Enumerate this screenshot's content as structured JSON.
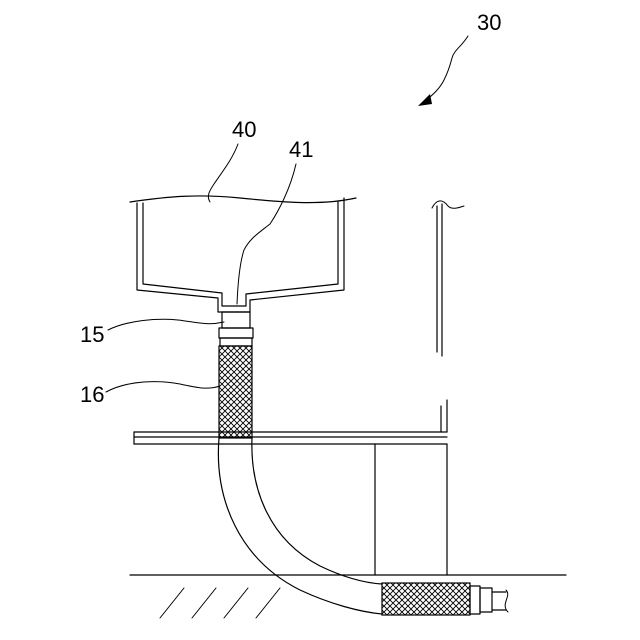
{
  "labels": {
    "assembly": "30",
    "tank": "40",
    "outlet": "41",
    "fitting": "15",
    "braided_hose": "16"
  },
  "colors": {
    "line": "#000000",
    "background": "#ffffff"
  }
}
